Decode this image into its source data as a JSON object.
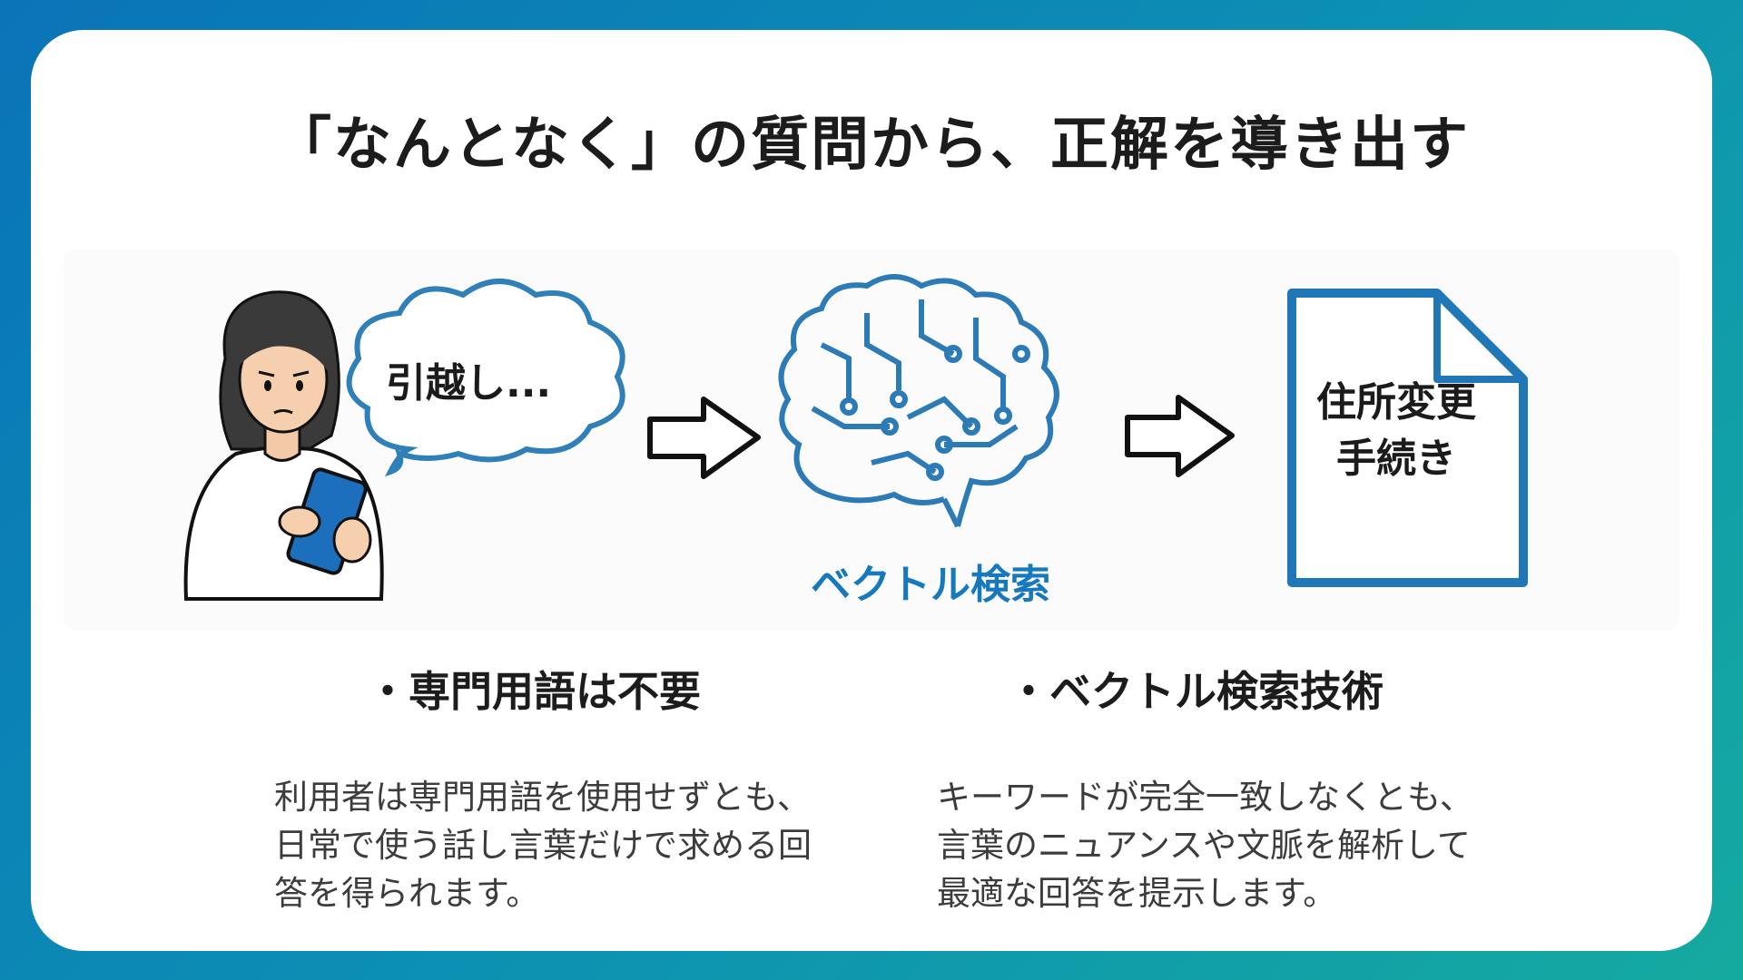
{
  "title": "「なんとなく」の質問から、正解を導き出す",
  "illustration": {
    "bubble_text": "引越し...",
    "brain_label": "ベクトル検索",
    "document_lines": [
      "住所変更",
      "手続き"
    ],
    "icons": [
      "person-with-tablet-icon",
      "speech-bubble-icon",
      "arrow-right-icon",
      "brain-circuit-icon",
      "document-icon"
    ]
  },
  "features": [
    {
      "heading": "・専門用語は不要",
      "lines": [
        "利用者は専門用語を使用せずとも、",
        "日常で使う話し言葉だけで求める回",
        "答を得られます。"
      ]
    },
    {
      "heading": "・ベクトル検索技術",
      "lines": [
        "キーワードが完全一致しなくとも、",
        "言葉のニュアンスや文脈を解析して",
        "最適な回答を提示します。"
      ]
    }
  ],
  "colors": {
    "accent_blue": "#1779bd",
    "background_gradient_start": "#0a74b8",
    "background_gradient_end": "#15aaa0"
  }
}
